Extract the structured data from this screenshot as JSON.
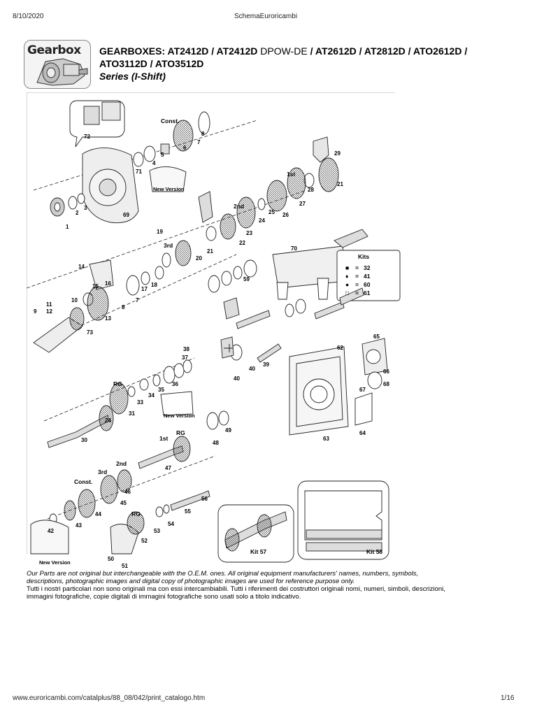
{
  "browser": {
    "date": "8/10/2020",
    "page_title": "SchemaEuroricambi",
    "url": "www.euroricambi.com/catalplus/88_08/042/print_catalogo.htm",
    "page_number": "1/16"
  },
  "header": {
    "logo_text": "Gearbox",
    "title_part1": "GEARBOXES: AT2412D / AT2412D",
    "title_light": "DPOW-DE",
    "title_part2": "/ AT2612D / AT2812D / ATO2612D /",
    "title_line2": "ATO3112D / ATO3512D",
    "subtitle": "Series (I-Shift)"
  },
  "diagram": {
    "gear_labels": [
      "Const.",
      "1st",
      "2nd",
      "3rd",
      "RG",
      "RG",
      "1st",
      "2nd",
      "3rd",
      "Const.",
      "RG"
    ],
    "new_version_label": "New Version",
    "kits": {
      "title": "Kits",
      "items": [
        {
          "symbol": "■",
          "value": "32"
        },
        {
          "symbol": "♦",
          "value": "41"
        },
        {
          "symbol": "●",
          "value": "60"
        },
        {
          "symbol": "□",
          "value": "61"
        }
      ]
    },
    "kit57_label": "Kit 57",
    "kit58_label": "Kit 58",
    "parts": {
      "p1": "1",
      "p2": "2",
      "p3": "3",
      "p4": "4",
      "p5": "5",
      "p6": "6",
      "p7": "7",
      "p8": "8",
      "p69": "69",
      "p71": "71",
      "p72": "72",
      "p29": "29",
      "p28": "28",
      "p21a": "21",
      "p27": "27",
      "p26": "26",
      "p25": "25",
      "p24": "24",
      "p23": "23",
      "p22": "22",
      "p21b": "21",
      "p20": "20",
      "p19": "19",
      "p70": "70",
      "p14": "14",
      "p15": "15",
      "p16": "16",
      "p17": "17",
      "p18": "18",
      "p59": "59",
      "p10": "10",
      "p11": "11",
      "p12": "12",
      "p9": "9",
      "p73": "73",
      "p13": "13",
      "p7b": "7",
      "p8b": "8",
      "p38": "38",
      "p37": "37",
      "p36": "36",
      "p35": "35",
      "p34": "34",
      "p33": "33",
      "p31": "31",
      "p24b": "24",
      "p30": "30",
      "p39": "39",
      "p40a": "40",
      "p40b": "40",
      "p62": "62",
      "p65": "65",
      "p66": "66",
      "p67": "67",
      "p68": "68",
      "p63": "63",
      "p64": "64",
      "p49": "49",
      "p48": "48",
      "p47": "47",
      "p46": "46",
      "p45": "45",
      "p44": "44",
      "p43": "43",
      "p42": "42",
      "p56": "56",
      "p55": "55",
      "p54": "54",
      "p53": "53",
      "p52": "52",
      "p50": "50",
      "p51": "51"
    }
  },
  "disclaimer": {
    "en": "Our Parts are not original but interchangeable with the O.E.M. ones. All original equipment manufacturers' names, numbers, symbols, descriptions, photographic images and digital copy of photographic images are used for reference purpose only.",
    "it": "Tutti i nostri particolari non sono originali ma con essi intercambiabili. Tutti i riferimenti dei costruttori originali nomi, numeri, simboli, descrizioni, immagini fotografiche, copie digitali di immagini fotografiche sono usati solo a titolo indicativo."
  }
}
